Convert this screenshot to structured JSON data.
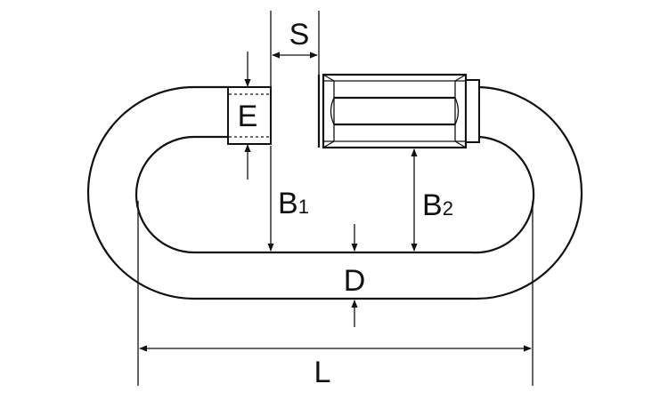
{
  "labels": {
    "s": "S",
    "e": "E",
    "b1_main": "B",
    "b1_sub": "1",
    "b2_main": "B",
    "b2_sub": "2",
    "d": "D",
    "l": "L"
  },
  "colors": {
    "line": "#111111",
    "background": "#ffffff"
  }
}
